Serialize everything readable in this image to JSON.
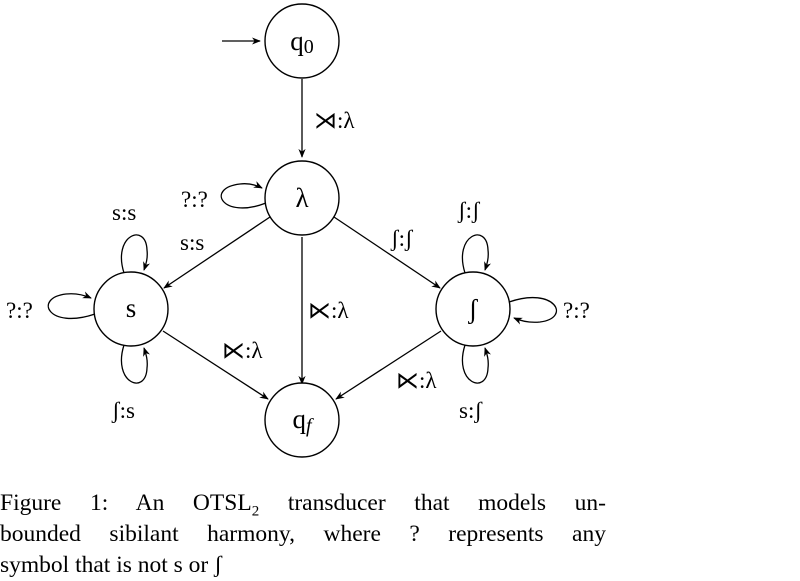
{
  "states": {
    "q0": {
      "label": "q",
      "sub": "0"
    },
    "lambda": {
      "label": "λ"
    },
    "s": {
      "label": "s"
    },
    "esh": {
      "label": "ʃ"
    },
    "qf": {
      "label": "q",
      "sub": "f"
    }
  },
  "edges": {
    "start_q0": "",
    "q0_lambda": "⋊:λ",
    "lambda_self": "?:?",
    "lambda_s": "s:s",
    "lambda_esh": "ʃ:ʃ",
    "lambda_qf": "⋉:λ",
    "s_self_top": "s:s",
    "s_self_left": "?:?",
    "s_self_bottom": "ʃ:s",
    "esh_self_top": "ʃ:ʃ",
    "esh_self_right": "?:?",
    "esh_self_bottom": "s:ʃ",
    "s_qf": "⋉:λ",
    "esh_qf": "⋉:λ"
  },
  "caption": {
    "figure": "Figure 1:",
    "text_a": "An OTSL",
    "sub": "2",
    "text_b": "transducer that models un-",
    "line2": "bounded sibilant harmony, where ?  represents any",
    "line3": "symbol that is not s or ʃ"
  }
}
